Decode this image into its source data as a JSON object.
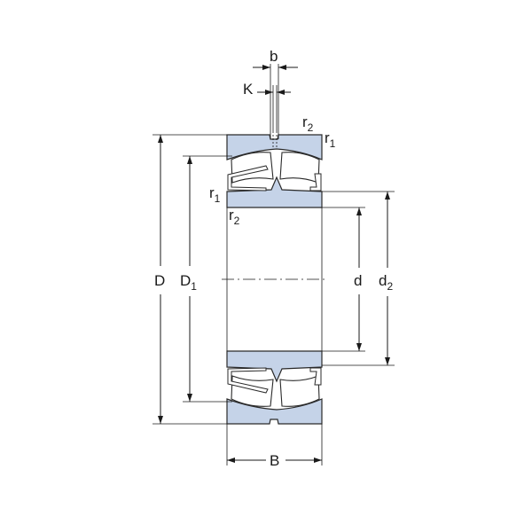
{
  "dimensions": {
    "b": "b",
    "K": "K",
    "r2_top": "r",
    "r2_top_sub": "2",
    "r1_top": "r",
    "r1_top_sub": "1",
    "r1_inner": "r",
    "r1_inner_sub": "1",
    "r2_inner": "r",
    "r2_inner_sub": "2",
    "D": "D",
    "D1": "D",
    "D1_sub": "1",
    "d": "d",
    "d2": "d",
    "d2_sub": "2",
    "B": "B"
  },
  "colors": {
    "ring_fill": "#c5d3e8",
    "line": "#1a1a1a"
  }
}
